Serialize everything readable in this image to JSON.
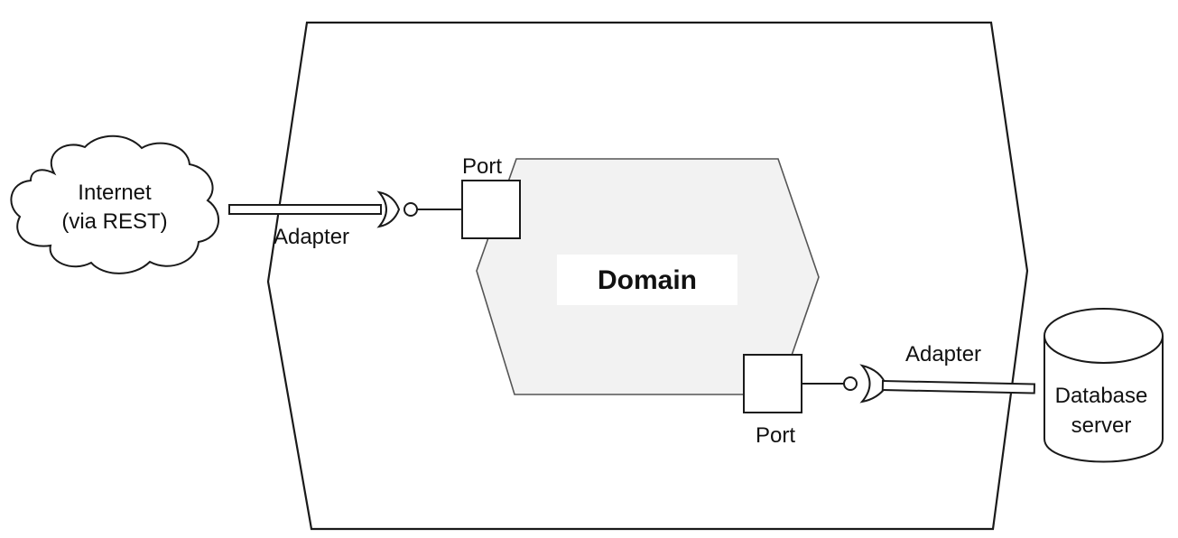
{
  "diagram": {
    "core": {
      "label": "Domain"
    },
    "ports": {
      "left": {
        "label": "Port"
      },
      "right": {
        "label": "Port"
      }
    },
    "adapters": {
      "left": {
        "label": "Adapter"
      },
      "right": {
        "label": "Adapter"
      }
    },
    "external": {
      "internet": {
        "line1": "Internet",
        "line2": "(via REST)"
      },
      "database": {
        "line1": "Database",
        "line2": "server"
      }
    },
    "colors": {
      "domain_fill": "#f2f2f2",
      "domain_stroke": "#555555",
      "outline_stroke": "#1a1a1a"
    }
  }
}
